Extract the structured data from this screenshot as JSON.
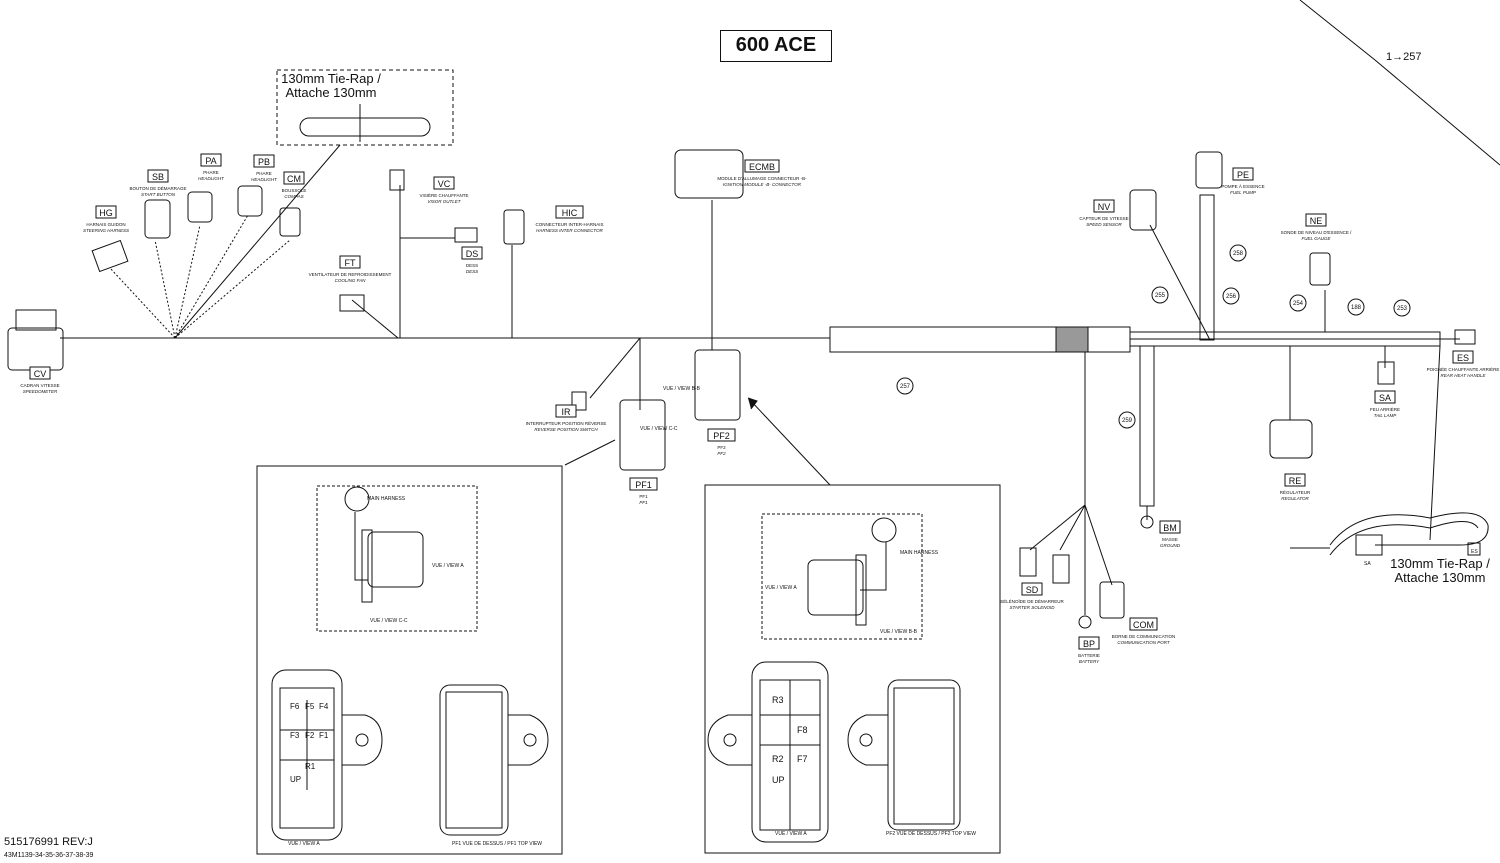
{
  "title": "600 ACE",
  "ref_top": "1→257",
  "tie_rap_top": [
    "130mm Tie-Rap /",
    "Attache 130mm"
  ],
  "tie_rap_bottom": [
    "130mm Tie-Rap /",
    "Attache 130mm"
  ],
  "part_number": "515176991 REV:J",
  "sub_number": "43M1139-34-35-36-37-38-39",
  "connectors": [
    {
      "code": "CM",
      "desc": "BOUSSOLE",
      "desc2": "COMPAS"
    },
    {
      "code": "PB",
      "desc": "PHARE",
      "desc2": "HEADLIGHT"
    },
    {
      "code": "PA",
      "desc": "PHARE",
      "desc2": "HEADLIGHT"
    },
    {
      "code": "SB",
      "desc": "BOUTON DE DÉMARRAGE",
      "desc2": "START BUTTON"
    },
    {
      "code": "HG",
      "desc": "HARNAIS GUIDON",
      "desc2": "STEERING HARNESS"
    },
    {
      "code": "CV",
      "desc": "CADRAN VITESSE",
      "desc2": "SPEEDOMETER"
    },
    {
      "code": "FT",
      "desc": "VENTILATEUR DE REFROIDISSEMENT",
      "desc2": "COOLING FAN"
    },
    {
      "code": "VC",
      "desc": "VISIÈRE CHAUFFANTE",
      "desc2": "VISOR OUTLET"
    },
    {
      "code": "DS",
      "desc": "DESS",
      "desc2": "DESS"
    },
    {
      "code": "HIC",
      "desc": "CONNECTEUR INTER-HARNAIS",
      "desc2": "HARNESS INTER CONNECTOR"
    },
    {
      "code": "ECMB",
      "desc": "MODULE D'ALLUMAGE CONNECTEUR -B-",
      "desc2": "IGNITION MODULE -B- CONNECTOR"
    },
    {
      "code": "IR",
      "desc": "INTERRUPTEUR POSITION RÉVERSE",
      "desc2": "REVERSE POSITION SWITCH"
    },
    {
      "code": "PF1",
      "desc": "PF1",
      "desc2": "PF1"
    },
    {
      "code": "PF2",
      "desc": "PF2",
      "desc2": "PF2"
    },
    {
      "code": "NV",
      "desc": "CAPTEUR DE VITESSE",
      "desc2": "SPEED SENSOR"
    },
    {
      "code": "PE",
      "desc": "POMPE À ESSENCE",
      "desc2": "FUEL PUMP"
    },
    {
      "code": "NE",
      "desc": "SONDE DE NIVEAU D'ESSENCE /",
      "desc2": "FUEL GAUGE"
    },
    {
      "code": "ES",
      "desc": "POIGNÉE CHAUFFANTE ARRIÈRE",
      "desc2": "REAR HEAT HANDLE"
    },
    {
      "code": "SA",
      "desc": "FEU ARRIÈRE",
      "desc2": "TAIL LAMP"
    },
    {
      "code": "RE",
      "desc": "RÉGULATEUR",
      "desc2": "REGULATOR"
    },
    {
      "code": "BM",
      "desc": "MASSE",
      "desc2": "GROUND"
    },
    {
      "code": "SD",
      "desc": "SÉLÉNOÏDE DE DÉMARREUR",
      "desc2": "STARTER SOLENOID"
    },
    {
      "code": "COM",
      "desc": "BORNE DE COMMUNICATION",
      "desc2": "COMMUNICATION PORT"
    },
    {
      "code": "BP",
      "desc": "BATTERIE",
      "desc2": "BATTERY"
    }
  ],
  "callouts": [
    "257",
    "255",
    "258",
    "256",
    "254",
    "188",
    "253",
    "259"
  ],
  "view_labels": {
    "pf1_view": "VUE / VIEW C-C",
    "pf2_view": "VUE / VIEW B-B",
    "pf2_view_arrow": "VUE / VIEW B-B",
    "pf1_view_arrow": "VUE / VIEW C-C",
    "main_harness": "MAIN HARNESS",
    "view_a": "VUE / VIEW A",
    "pf1_top": "PF1 VUE DE DESSUS / PF1 TOP VIEW",
    "pf2_top": "PF2 VUE DE DESSUS / PF2 TOP VIEW",
    "vue_a_left": "VUE / VIEW A",
    "vue_a_right": "VUE / VIEW A"
  },
  "pf1_cells": [
    "F6",
    "F5",
    "F4",
    "F3",
    "F2",
    "F1",
    "R1",
    "UP"
  ],
  "pf2_cells": [
    "R3",
    "F8",
    "R2",
    "F7",
    "UP"
  ],
  "small_tags": [
    "SA",
    "ES"
  ]
}
